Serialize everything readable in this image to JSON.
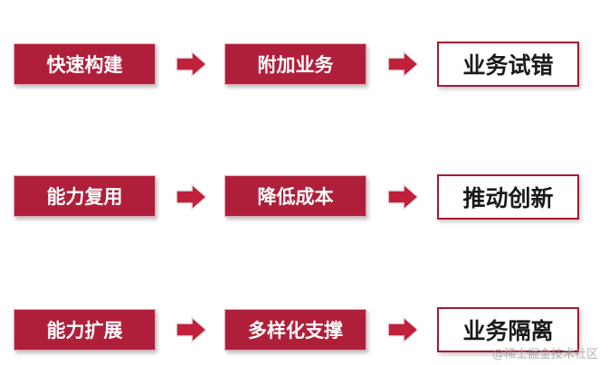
{
  "colors": {
    "box_fill": "#b01f3a",
    "box_text": "#ffffff",
    "outcome_border": "#a8182f",
    "outcome_text": "#1a1a1a",
    "arrow_fill": "#c0203a"
  },
  "rows": [
    {
      "step1": "快速构建",
      "step2": "附加业务",
      "outcome": "业务试错"
    },
    {
      "step1": "能力复用",
      "step2": "降低成本",
      "outcome": "推动创新"
    },
    {
      "step1": "能力扩展",
      "step2": "多样化支撑",
      "outcome": "业务隔离"
    }
  ],
  "watermark": "@稀土掘金技术社区"
}
